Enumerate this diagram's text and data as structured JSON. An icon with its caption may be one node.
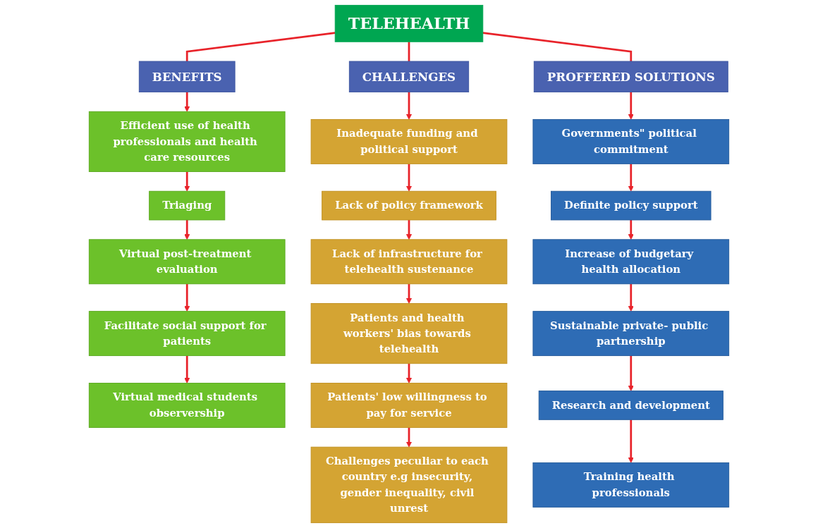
{
  "diagram": {
    "nodes": [
      {
        "text": [
          "TELEHEALTH"
        ]
      },
      {
        "text": [
          "BENEFITS"
        ]
      },
      {
        "text": [
          "Efficient use of health professionals and health care resources"
        ]
      },
      {
        "text": [
          "Triaging"
        ]
      },
      {
        "text": [
          "Virtual post-treatment evaluation"
        ]
      },
      {
        "text": [
          "Facilitate social support for patients"
        ]
      },
      {
        "text": [
          "Virtual medical students observership"
        ]
      },
      {
        "text": [
          "CHALLENGES"
        ]
      },
      {
        "text": [
          "Inadequate funding and political support"
        ]
      },
      {
        "text": [
          "Lack of policy framework"
        ]
      },
      {
        "text": [
          "Lack of infrastructure for telehealth sustenance"
        ]
      },
      {
        "text": [
          "Patients and health workers' bias towards telehealth"
        ]
      },
      {
        "text": [
          "Patients' low willingness to pay for service"
        ]
      },
      {
        "text": [
          "Challenges peculiar to each country e.g insecurity, gender inequality, civil unrest"
        ]
      },
      {
        "text": [
          "PROFFERED SOLUTIONS"
        ]
      },
      {
        "text": [
          "Governments\" political commitment"
        ]
      },
      {
        "text": [
          "Definite policy support"
        ]
      },
      {
        "text": [
          "Increase of budgetary health allocation"
        ]
      },
      {
        "text": [
          "Sustainable private- public partnership"
        ]
      },
      {
        "text": [
          "Research and development"
        ]
      },
      {
        "text": [
          "Training health professionals"
        ]
      }
    ],
    "edges": [
      {
        "from": 0,
        "to": 1,
        "arrow": "none"
      },
      {
        "from": 0,
        "to": 7,
        "arrow": "none"
      },
      {
        "from": 0,
        "to": 14,
        "arrow": "none"
      },
      {
        "from": 1,
        "to": 2,
        "arrow": "to"
      },
      {
        "from": 2,
        "to": 3,
        "arrow": "to"
      },
      {
        "from": 3,
        "to": 4,
        "arrow": "to"
      },
      {
        "from": 4,
        "to": 5,
        "arrow": "to"
      },
      {
        "from": 5,
        "to": 6,
        "arrow": "to"
      },
      {
        "from": 7,
        "to": 8,
        "arrow": "to"
      },
      {
        "from": 8,
        "to": 9,
        "arrow": "to"
      },
      {
        "from": 9,
        "to": 10,
        "arrow": "to"
      },
      {
        "from": 10,
        "to": 11,
        "arrow": "to"
      },
      {
        "from": 11,
        "to": 12,
        "arrow": "to"
      },
      {
        "from": 12,
        "to": 13,
        "arrow": "to"
      },
      {
        "from": 14,
        "to": 15,
        "arrow": "to"
      },
      {
        "from": 15,
        "to": 16,
        "arrow": "to"
      },
      {
        "from": 16,
        "to": 17,
        "arrow": "to"
      },
      {
        "from": 17,
        "to": 18,
        "arrow": "to"
      },
      {
        "from": 18,
        "to": 19,
        "arrow": "to"
      },
      {
        "from": 19,
        "to": 20,
        "arrow": "to"
      }
    ]
  }
}
